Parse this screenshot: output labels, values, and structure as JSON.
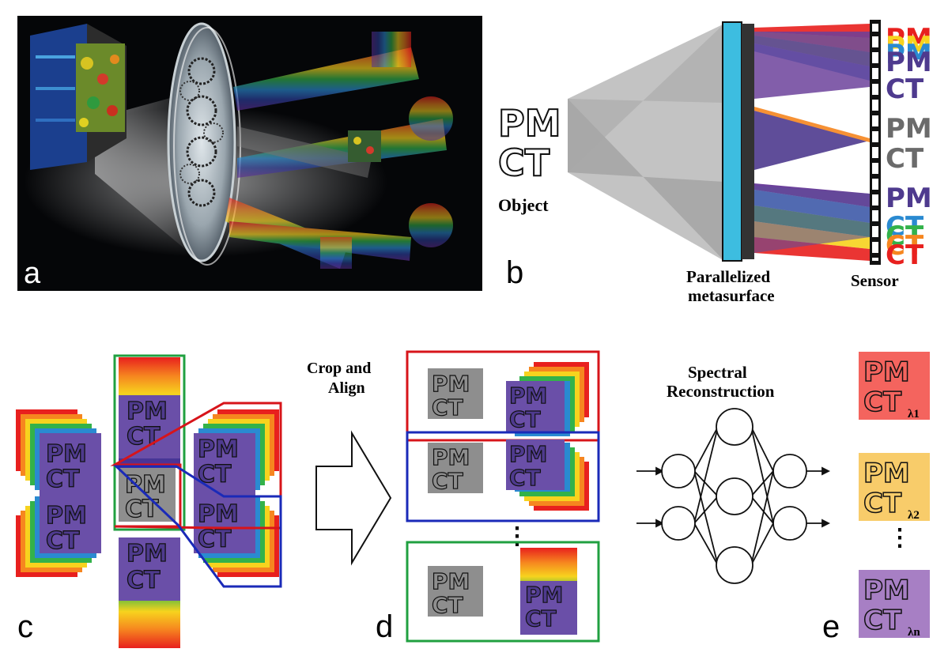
{
  "panels": {
    "a": {
      "letter": "a"
    },
    "b": {
      "letter": "b",
      "object_label": "Object",
      "metasurface_label_line1": "Parallelized",
      "metasurface_label_line2": "metasurface",
      "sensor_label": "Sensor",
      "word_top": "PM",
      "word_bottom": "CT"
    },
    "c": {
      "letter": "c"
    },
    "d": {
      "letter": "d",
      "crop_label_line1": "Crop and",
      "crop_label_line2": "Align",
      "ellipsis": "⋮"
    },
    "e": {
      "letter": "e",
      "recon_label_line1": "Spectral",
      "recon_label_line2": "Reconstruction",
      "outputs": [
        {
          "sub": "λ1",
          "color": "#f4645e"
        },
        {
          "sub": "λ2",
          "color": "#f8cc6a"
        },
        {
          "sub": "λn",
          "color": "#a77fc4"
        }
      ],
      "ellipsis": "⋮"
    }
  },
  "colors": {
    "rainbow": [
      "#e8201e",
      "#f6861f",
      "#f7d31e",
      "#33b24a",
      "#2a8ad1",
      "#2d3f9e",
      "#5c2d91"
    ],
    "purple": "#4e3a8e",
    "gray_tile": "#8e8e8e",
    "metasurface": "#3dbde0",
    "red_frame": "#d7141a",
    "blue_frame": "#1a2ab8",
    "green_frame": "#20a040"
  }
}
